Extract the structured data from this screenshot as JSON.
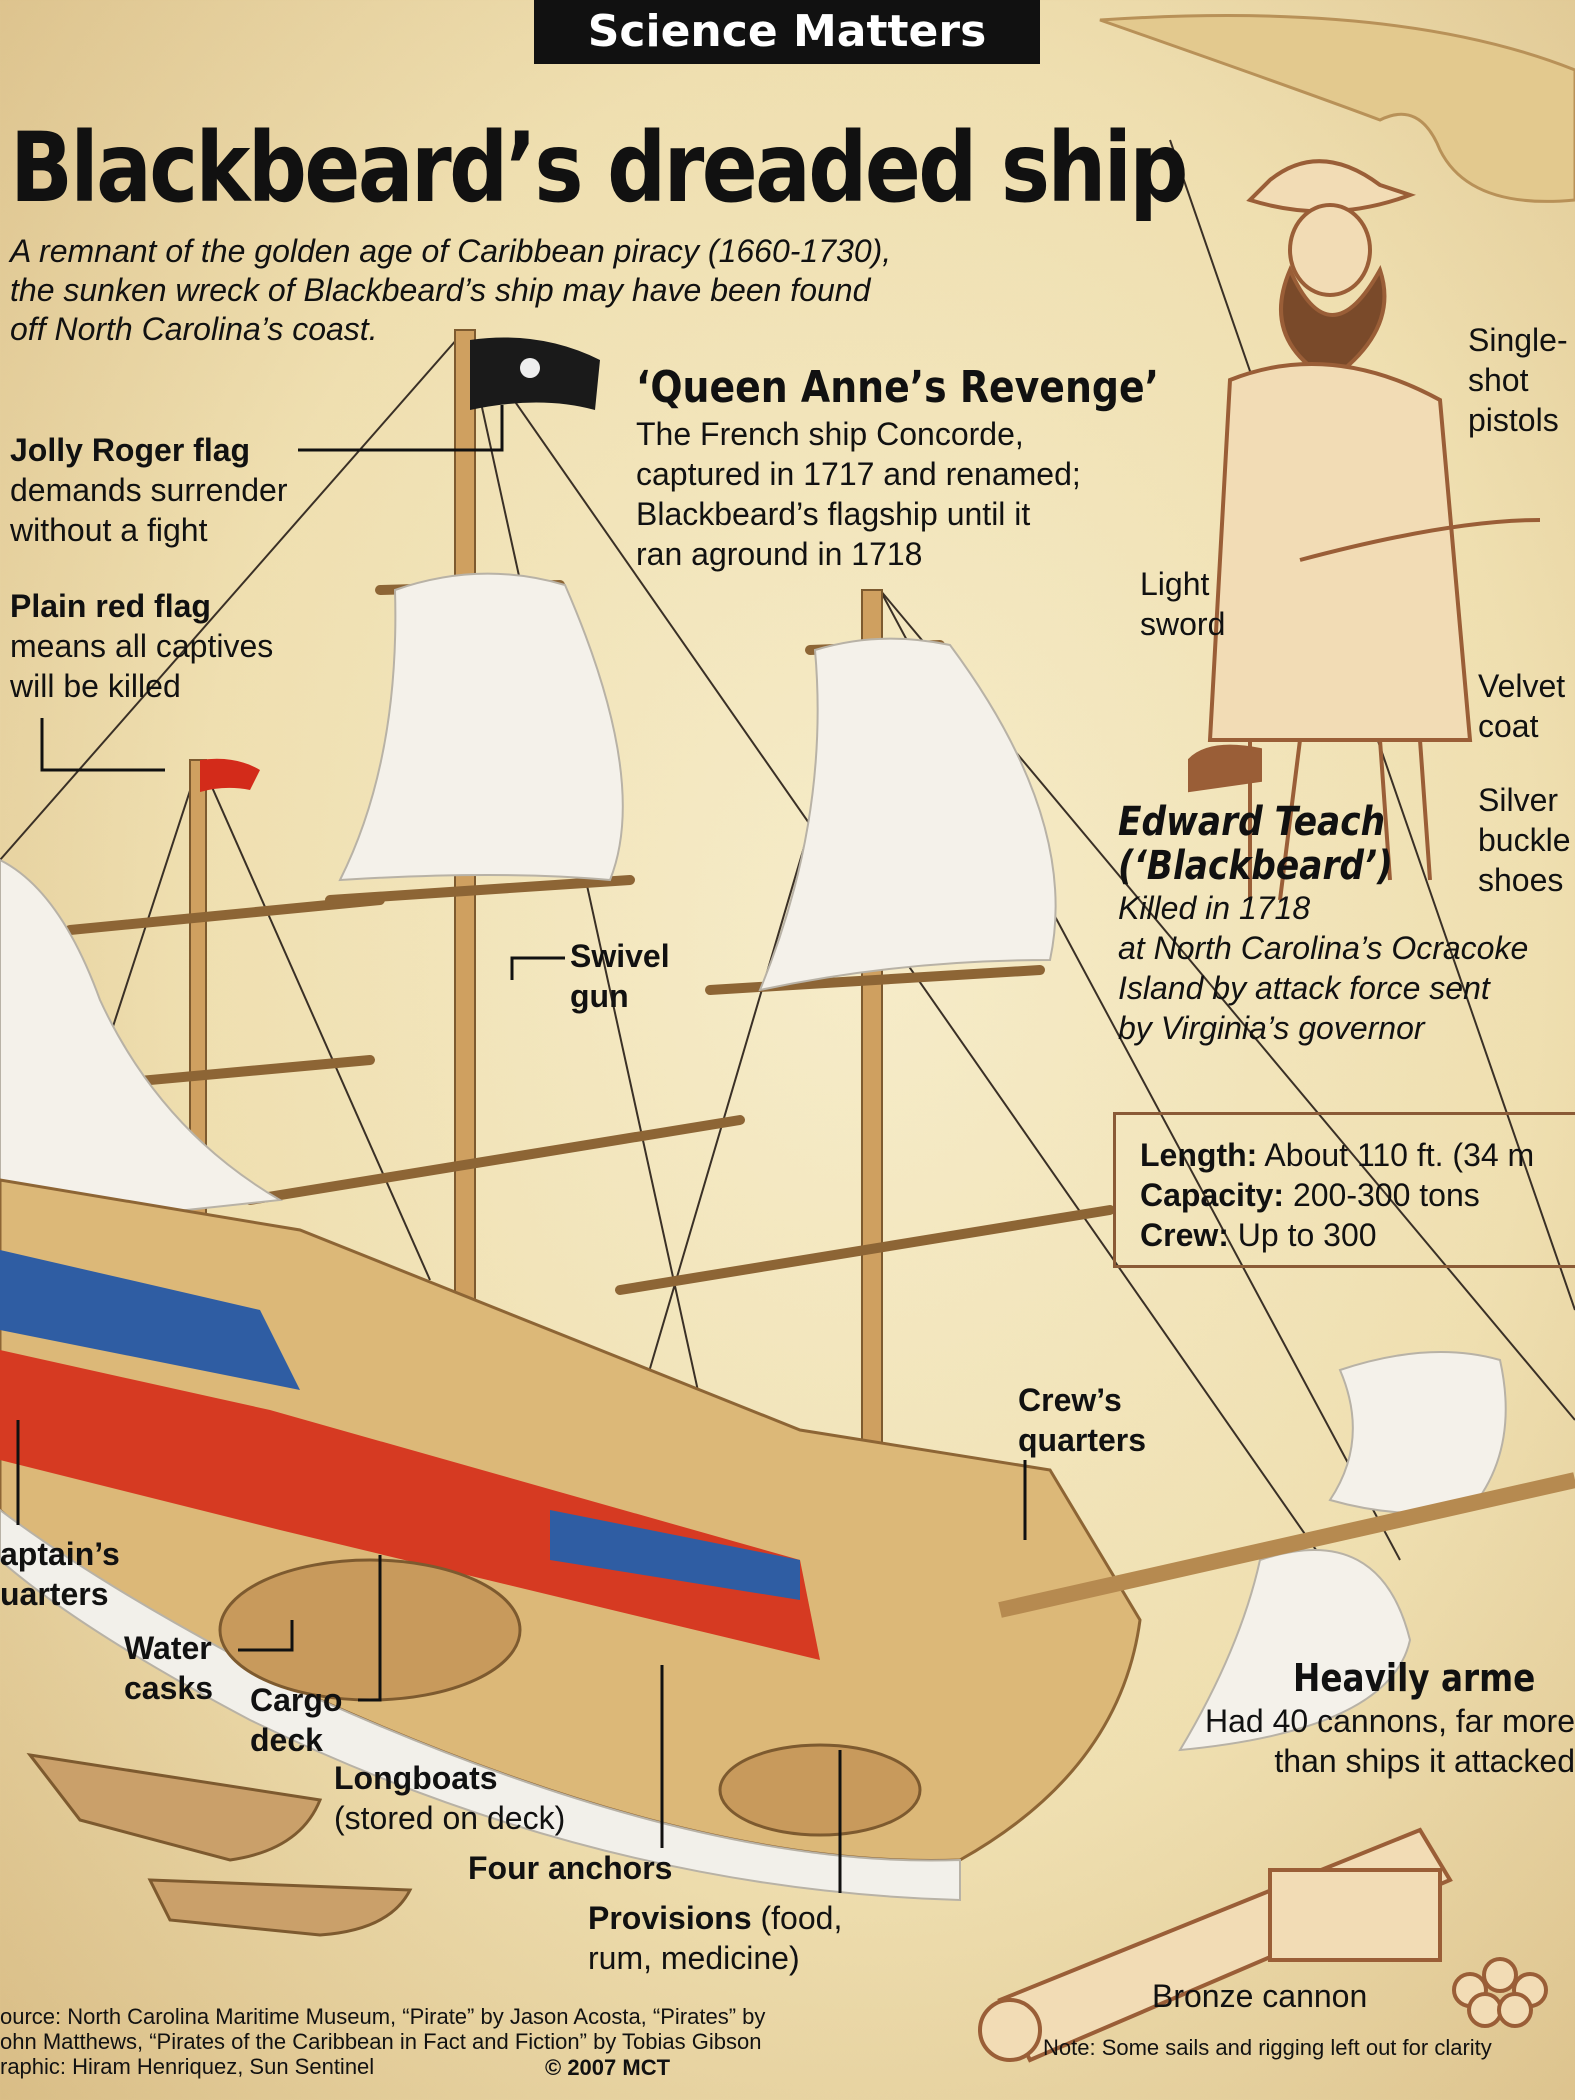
{
  "header": {
    "banner": "Science Matters"
  },
  "title": "Blackbeard’s dreaded ship",
  "intro": [
    "A remnant of the golden age of Caribbean piracy (1660-1730),",
    "the sunken wreck of Blackbeard’s ship may have been found",
    "off North Carolina’s coast."
  ],
  "ship": {
    "name": "‘Queen Anne’s Revenge’",
    "desc": [
      "The French ship Concorde,",
      "captured in 1717 and renamed;",
      "Blackbeard’s flagship until it",
      "ran aground in 1718"
    ]
  },
  "labels": {
    "jolly_title": "Jolly Roger flag",
    "jolly_desc": [
      "demands surrender",
      "without a fight"
    ],
    "red_title": "Plain red flag",
    "red_desc": [
      "means all captives",
      "will be killed"
    ],
    "swivel": [
      "Swivel",
      "gun"
    ],
    "crew": [
      "Crew’s",
      "quarters"
    ],
    "captain": [
      "aptain’s",
      "uarters"
    ],
    "water": [
      "Water",
      "casks"
    ],
    "cargo": [
      "Cargo",
      "deck"
    ],
    "longboats_title": "Longboats",
    "longboats_desc": "(stored on deck)",
    "anchors": "Four anchors",
    "provisions_title": "Provisions",
    "provisions_desc": [
      "(food,",
      "rum, medicine)"
    ]
  },
  "pirate": {
    "pistols": [
      "Single-",
      "shot",
      "pistols"
    ],
    "sword": [
      "Light",
      "sword"
    ],
    "coat": [
      "Velvet",
      "coat"
    ],
    "shoes": [
      "Silver",
      "buckle",
      "shoes"
    ],
    "name": [
      "Edward Teach",
      "(‘Blackbeard’)"
    ],
    "desc": [
      "Killed in 1718",
      "at North Carolina’s Ocracoke",
      "Island by attack force sent",
      "by Virginia’s governor"
    ]
  },
  "specs": [
    {
      "key": "Length:",
      "value": " About 110 ft. (34 m"
    },
    {
      "key": "Capacity:",
      "value": " 200-300 tons"
    },
    {
      "key": "Crew:",
      "value": " Up to 300"
    }
  ],
  "armed": {
    "title": "Heavily arme",
    "desc": [
      "Had 40 cannons, far more",
      "than ships it attacked"
    ]
  },
  "cannon_label": "Bronze cannon",
  "footer": {
    "source": [
      "ource: North Carolina Maritime Museum, “Pirate” by Jason Acosta, “Pirates” by",
      "ohn Matthews, “Pirates of the Caribbean in Fact and Fiction” by Tobias Gibson",
      "raphic: Hiram Henriquez, Sun Sentinel"
    ],
    "copyright": "© 2007 MCT",
    "note": "Note: Some sails and rigging left out for clarity"
  },
  "colors": {
    "parchment": "#efdfb0",
    "ink": "#111111",
    "sepia": "#9a5e37",
    "hull_red": "#d63a22",
    "hull_blue": "#2f5da3",
    "wood": "#c89a5c"
  }
}
